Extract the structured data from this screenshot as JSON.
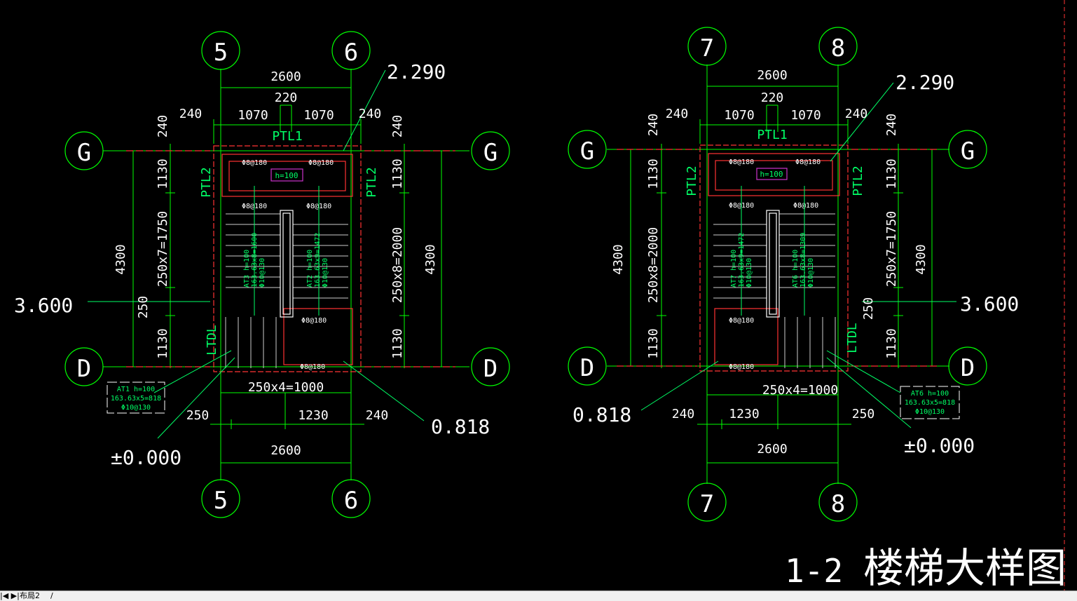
{
  "colors": {
    "background": "#000000",
    "grid_circle": "#00ff00",
    "dimension": "#00ff00",
    "wall": "#ff3333",
    "rebar": "#00ff66",
    "text": "#ffffff",
    "tag": "#cc33cc",
    "frame": "#ffffff"
  },
  "drawing": {
    "title_number": "1-2",
    "title_text": "楼梯大样图"
  },
  "left_plan": {
    "axis_top": [
      "5",
      "6"
    ],
    "axis_bottom": [
      "5",
      "6"
    ],
    "axis_left": [
      "G",
      "D"
    ],
    "axis_right": [
      "G",
      "D"
    ],
    "dims": {
      "top_total": "2600",
      "middle": "220",
      "left_flight": "1070",
      "right_flight": "1070",
      "left_wall": "240",
      "right_wall": "240",
      "top_left_v": "240",
      "top_right_v": "240",
      "left_1130_top": "1130",
      "left_steps": "250x7=1750",
      "left_250": "250",
      "left_1130_bot": "1130",
      "right_1130_top": "1130",
      "right_steps": "250x8=2000",
      "right_1130_bot": "1130",
      "left_total": "4300",
      "right_total": "4300",
      "bottom_steps": "250x4=1000",
      "bottom_250": "250",
      "bottom_1230": "1230",
      "bottom_240": "240",
      "bottom_total": "2600"
    },
    "labels": {
      "ptl1": "PTL1",
      "ptl2_left": "PTL2",
      "ptl2_right": "PTL2",
      "ltdl": "LTDL",
      "h100": "h=100"
    },
    "rebar": [
      "Φ8@180",
      "Φ8@180",
      "Φ8@180",
      "Φ8@180",
      "Φ8@180",
      "Φ8@180",
      "Φ8@180",
      "Φ8@180",
      "Φ8@180",
      "Φ8@180"
    ],
    "flights": {
      "at3": [
        "AT3  h=100",
        "163.63x8=1600",
        "Φ10@130"
      ],
      "at2": [
        "AT2  h=100",
        "163.63x9=1472",
        "Φ10@130"
      ]
    },
    "tag_box": [
      "AT1  h=100",
      "163.63x5=818",
      "Φ10@130"
    ],
    "elevations": {
      "top": "2.290",
      "mid": "3.600",
      "bottom_right": "0.818",
      "bottom_left": "±0.000"
    }
  },
  "right_plan": {
    "axis_top": [
      "7",
      "8"
    ],
    "axis_bottom": [
      "7",
      "8"
    ],
    "axis_left": [
      "G",
      "D"
    ],
    "axis_right": [
      "G",
      "D"
    ],
    "dims": {
      "top_total": "2600",
      "middle": "220",
      "left_flight": "1070",
      "right_flight": "1070",
      "left_wall": "240",
      "right_wall": "240",
      "top_left_v": "240",
      "top_right_v": "240",
      "left_1130_top": "1130",
      "left_steps": "250x8=2000",
      "left_1130_bot": "1130",
      "right_1130_top": "1130",
      "right_steps": "250x7=1750",
      "right_250": "250",
      "right_1130_bot": "1130",
      "left_total": "4300",
      "right_total": "4300",
      "bottom_steps": "250x4=1000",
      "bottom_240": "240",
      "bottom_1230": "1230",
      "bottom_250": "250",
      "bottom_total": "2600"
    },
    "labels": {
      "ptl1": "PTL1",
      "ptl2_left": "PTL2",
      "ptl2_right": "PTL2",
      "ltdl": "LTDL",
      "h100": "h=100"
    },
    "flights": {
      "at7": [
        "AT7  h=100",
        "163.63x9=1472",
        "Φ10@130"
      ],
      "at6": [
        "AT6  h=100",
        "163.63x8=1309",
        "Φ10@130"
      ]
    },
    "tag_box": [
      "AT6  h=100",
      "163.63x5=818",
      "Φ10@130"
    ],
    "elevations": {
      "top": "2.290",
      "mid": "3.600",
      "bottom_left": "0.818",
      "bottom_right": "±0.000"
    }
  },
  "layout_tabs": {
    "arrows": "|◀ ▶|",
    "tab_layout2": "布局2"
  }
}
